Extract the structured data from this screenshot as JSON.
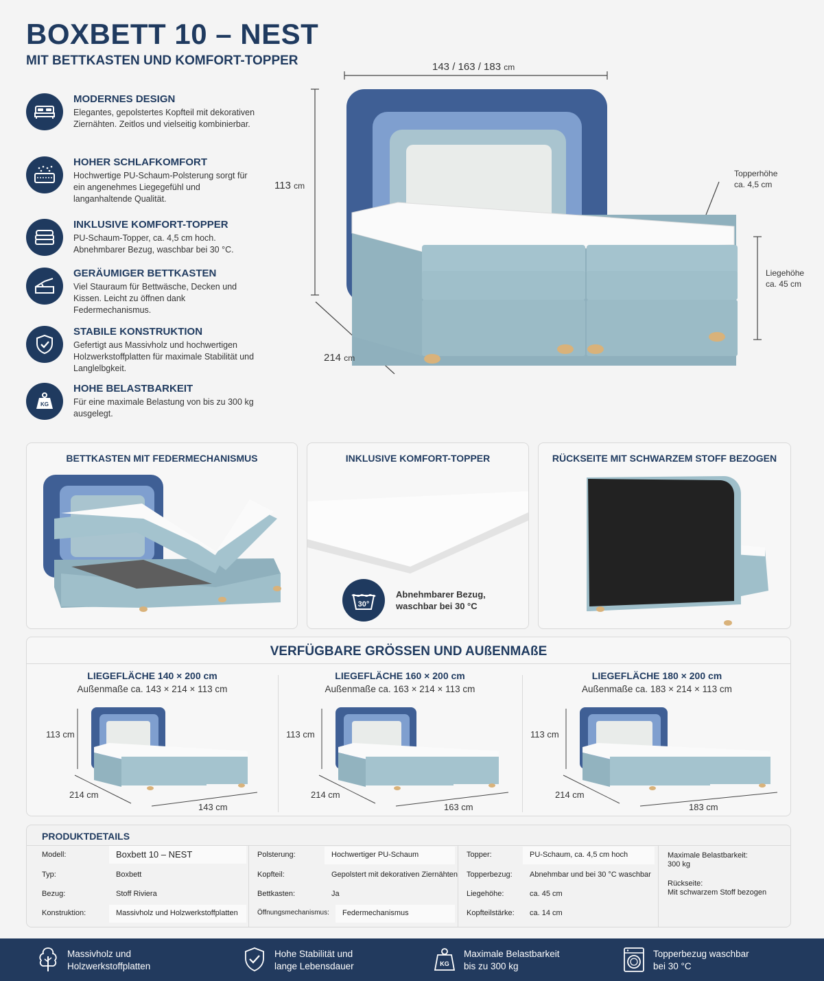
{
  "header": {
    "title": "BOXBETT 10 – NEST",
    "subtitle": "MIT BETTKASTEN UND KOMFORT-TOPPER"
  },
  "features": [
    {
      "icon": "bed-icon",
      "title": "MODERNES DESIGN",
      "text": "Elegantes, gepolstertes Kopfteil mit dekorativen Ziernähten. Zeitlos und vielseitig kombinierbar."
    },
    {
      "icon": "mattress-comfort-icon",
      "title": "HOHER SCHLAFKOMFORT",
      "text": "Hochwertige PU-Schaum-Polsterung sorgt für ein angenehmes Liegegefühl und langanhaltende Qualität."
    },
    {
      "icon": "topper-layers-icon",
      "title": "INKLUSIVE KOMFORT-TOPPER",
      "text": "PU-Schaum-Topper, ca. 4,5 cm hoch. Abnehmbarer Bezug, waschbar bei 30 °C."
    },
    {
      "icon": "storage-box-icon",
      "title": "GERÄUMIGER BETTKASTEN",
      "text": "Viel Stauraum für Bettwäsche, Decken und Kissen. Leicht zu öffnen dank Federmechanismus."
    },
    {
      "icon": "shield-check-icon",
      "title": "STABILE KONSTRUKTION",
      "text": "Gefertigt aus Massivholz und hochwertigen Holzwerkstoffplatten für maximale Stabilität und Langlelbgkeit."
    },
    {
      "icon": "weight-kg-icon",
      "title": "HOHE BELASTBARKEIT",
      "text": "Für eine maximale Belastung von bis zu 300 kg ausgelegt."
    }
  ],
  "dimensions": {
    "width_value": "143 / 163 / 183",
    "width_unit": "cm",
    "height_value": "113",
    "height_unit": "cm",
    "depth_value": "214",
    "depth_unit": "cm",
    "topper_label": "Topperhöhe",
    "topper_value": "ca. 4,5 cm",
    "lying_label": "Liegehöhe",
    "lying_value": "ca. 45 cm"
  },
  "cards": {
    "storage": {
      "title": "BETTKASTEN MIT FEDERMECHANISMUS"
    },
    "topper": {
      "title": "INKLUSIVE KOMFORT-TOPPER",
      "wash_icon_text": "30°",
      "wash_line1": "Abnehmbarer Bezug,",
      "wash_line2": "waschbar bei 30 °C"
    },
    "back": {
      "title": "RÜCKSEITE MIT SCHWARZEM STOFF BEZOGEN"
    }
  },
  "sizes": {
    "title": "VERFÜGBARE GRÖSSEN UND AUßENMAßE",
    "items": [
      {
        "title": "LIEGEFLÄCHE 140 × 200 cm",
        "outer": "Außenmaße ca. 143 × 214 × 113 cm",
        "height": "113 cm",
        "depth": "214 cm",
        "width": "143 cm"
      },
      {
        "title": "LIEGEFLÄCHE 160 × 200 cm",
        "outer": "Außenmaße ca. 163 × 214 × 113 cm",
        "height": "113 cm",
        "depth": "214 cm",
        "width": "163 cm"
      },
      {
        "title": "LIEGEFLÄCHE 180 × 200 cm",
        "outer": "Außenmaße ca. 183 × 214 × 113 cm",
        "height": "113 cm",
        "depth": "214 cm",
        "width": "183 cm"
      }
    ]
  },
  "details": {
    "title": "PRODUKTDETAILS",
    "col1": [
      {
        "label": "Modell:",
        "value": "Boxbett 10 – NEST"
      },
      {
        "label": "Typ:",
        "value": "Boxbett"
      },
      {
        "label": "Bezug:",
        "value": "Stoff Riviera"
      },
      {
        "label": "Konstruktion:",
        "value": "Massivholz und Holzwerkstoffplatten"
      }
    ],
    "col2": [
      {
        "label": "Polsterung:",
        "value": "Hochwertiger PU-Schaum"
      },
      {
        "label": "Kopfteil:",
        "value": "Gepolstert mit dekorativen Ziernähten"
      },
      {
        "label": "Bettkasten:",
        "value": "Ja"
      },
      {
        "label": "Öffnungsmechanismus:",
        "value": "Federmechanismus"
      }
    ],
    "col3": [
      {
        "label": "Topper:",
        "value": "PU-Schaum, ca. 4,5 cm hoch"
      },
      {
        "label": "Topperbezug:",
        "value": "Abnehmbar und bei 30 °C waschbar"
      },
      {
        "label": "Liegehöhe:",
        "value": "ca. 45 cm"
      },
      {
        "label": "Kopfteilstärke:",
        "value": "ca. 14 cm"
      }
    ],
    "col4": [
      {
        "label": "Maximale Belastbarkeit:",
        "value": "300 kg"
      },
      {
        "label": "Rückseite:",
        "value": "Mit schwarzem Stoff bezogen"
      }
    ]
  },
  "footer": [
    {
      "icon": "tree-icon",
      "line1": "Massivholz und",
      "line2": "Holzwerkstoffplatten"
    },
    {
      "icon": "shield-check-icon",
      "line1": "Hohe Stabilität und",
      "line2": "lange Lebensdauer"
    },
    {
      "icon": "weight-kg-icon",
      "line1": "Maximale Belastbarkeit",
      "line2": "bis zu 300 kg"
    },
    {
      "icon": "washing-machine-icon",
      "line1": "Topperbezug waschbar",
      "line2": "bei 30 °C"
    }
  ],
  "colors": {
    "navy": "#1f3a5f",
    "headboard_outer": "#3f5f95",
    "headboard_mid": "#7f9fcf",
    "headboard_inner": "#a9c4cf",
    "headboard_center": "#e9ecea",
    "bed_base": "#9fbfca",
    "topper": "#fafafa",
    "feet": "#d9b27a"
  }
}
